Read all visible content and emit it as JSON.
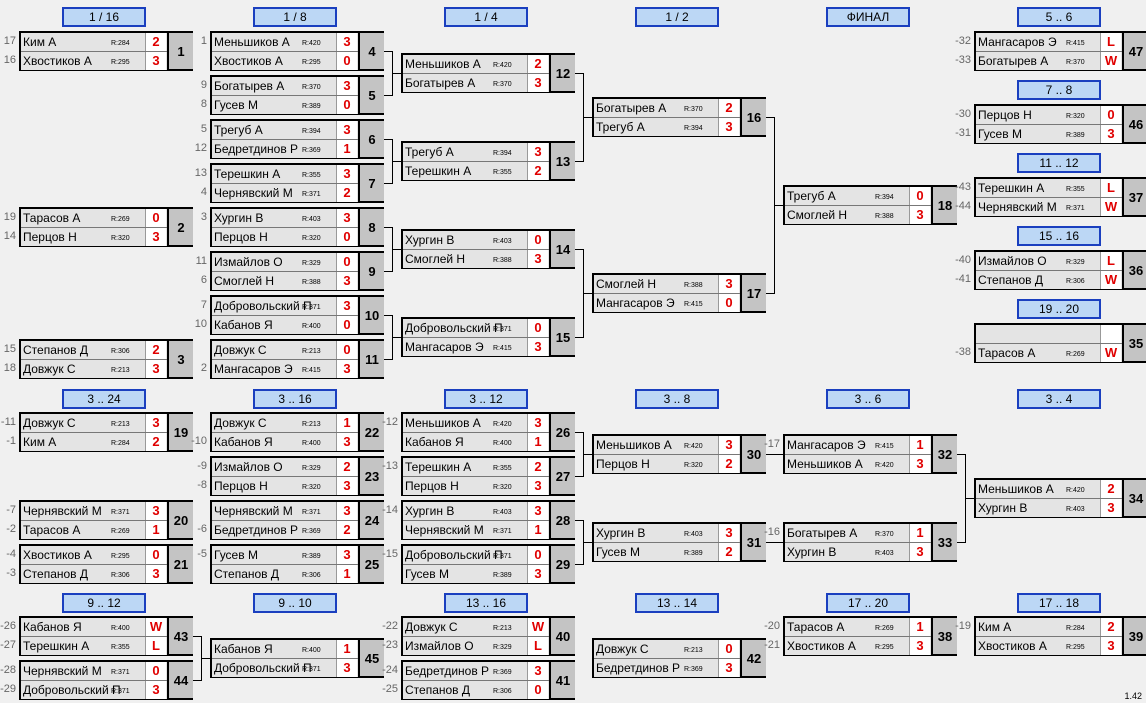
{
  "version": "1.42",
  "headers": [
    "1 / 16",
    "1 / 8",
    "1 / 4",
    "1 / 2",
    "ФИНАЛ",
    "5 .. 6",
    "7 .. 8",
    "11 .. 12",
    "15 .. 16",
    "19 .. 20",
    "3 .. 24",
    "3 .. 16",
    "3 .. 12",
    "3 .. 8",
    "3 .. 6",
    "3 .. 4",
    "9 .. 12",
    "9 .. 10",
    "13 .. 16",
    "13 .. 14",
    "17 .. 20",
    "17 .. 18"
  ],
  "matches": [
    {
      "id": "1",
      "p": [
        {
          "seed": "17",
          "name": "Ким А",
          "rating": "R:284",
          "score": "2"
        },
        {
          "seed": "16",
          "name": "Хвостиков А",
          "rating": "R:295",
          "score": "3"
        }
      ]
    },
    {
      "id": "2",
      "p": [
        {
          "seed": "19",
          "name": "Тарасов А",
          "rating": "R:269",
          "score": "0"
        },
        {
          "seed": "14",
          "name": "Перцов Н",
          "rating": "R:320",
          "score": "3"
        }
      ]
    },
    {
      "id": "3",
      "p": [
        {
          "seed": "15",
          "name": "Степанов Д",
          "rating": "R:306",
          "score": "2"
        },
        {
          "seed": "18",
          "name": "Довжук С",
          "rating": "R:213",
          "score": "3"
        }
      ]
    },
    {
      "id": "4",
      "p": [
        {
          "seed": "1",
          "name": "Меньшиков А",
          "rating": "R:420",
          "score": "3"
        },
        {
          "seed": "",
          "name": "Хвостиков А",
          "rating": "R:295",
          "score": "0"
        }
      ]
    },
    {
      "id": "5",
      "p": [
        {
          "seed": "9",
          "name": "Богатырев А",
          "rating": "R:370",
          "score": "3"
        },
        {
          "seed": "8",
          "name": "Гусев М",
          "rating": "R:389",
          "score": "0"
        }
      ]
    },
    {
      "id": "6",
      "p": [
        {
          "seed": "5",
          "name": "Трегуб А",
          "rating": "R:394",
          "score": "3"
        },
        {
          "seed": "12",
          "name": "Бедретдинов Р",
          "rating": "R:369",
          "score": "1"
        }
      ]
    },
    {
      "id": "7",
      "p": [
        {
          "seed": "13",
          "name": "Терешкин А",
          "rating": "R:355",
          "score": "3"
        },
        {
          "seed": "4",
          "name": "Чернявский М",
          "rating": "R:371",
          "score": "2"
        }
      ]
    },
    {
      "id": "8",
      "p": [
        {
          "seed": "3",
          "name": "Хургин В",
          "rating": "R:403",
          "score": "3"
        },
        {
          "seed": "",
          "name": "Перцов Н",
          "rating": "R:320",
          "score": "0"
        }
      ]
    },
    {
      "id": "9",
      "p": [
        {
          "seed": "11",
          "name": "Измайлов О",
          "rating": "R:329",
          "score": "0"
        },
        {
          "seed": "6",
          "name": "Смоглей Н",
          "rating": "R:388",
          "score": "3"
        }
      ]
    },
    {
      "id": "10",
      "p": [
        {
          "seed": "7",
          "name": "Добровольский П",
          "rating": "R:371",
          "score": "3"
        },
        {
          "seed": "10",
          "name": "Кабанов Я",
          "rating": "R:400",
          "score": "0"
        }
      ]
    },
    {
      "id": "11",
      "p": [
        {
          "seed": "",
          "name": "Довжук С",
          "rating": "R:213",
          "score": "0"
        },
        {
          "seed": "2",
          "name": "Мангасаров Э",
          "rating": "R:415",
          "score": "3"
        }
      ]
    },
    {
      "id": "12",
      "p": [
        {
          "seed": "",
          "name": "Меньшиков А",
          "rating": "R:420",
          "score": "2"
        },
        {
          "seed": "",
          "name": "Богатырев А",
          "rating": "R:370",
          "score": "3"
        }
      ]
    },
    {
      "id": "13",
      "p": [
        {
          "seed": "",
          "name": "Трегуб А",
          "rating": "R:394",
          "score": "3"
        },
        {
          "seed": "",
          "name": "Терешкин А",
          "rating": "R:355",
          "score": "2"
        }
      ]
    },
    {
      "id": "14",
      "p": [
        {
          "seed": "",
          "name": "Хургин В",
          "rating": "R:403",
          "score": "0"
        },
        {
          "seed": "",
          "name": "Смоглей Н",
          "rating": "R:388",
          "score": "3"
        }
      ]
    },
    {
      "id": "15",
      "p": [
        {
          "seed": "",
          "name": "Добровольский П",
          "rating": "R:371",
          "score": "0"
        },
        {
          "seed": "",
          "name": "Мангасаров Э",
          "rating": "R:415",
          "score": "3"
        }
      ]
    },
    {
      "id": "16",
      "p": [
        {
          "seed": "",
          "name": "Богатырев А",
          "rating": "R:370",
          "score": "2"
        },
        {
          "seed": "",
          "name": "Трегуб А",
          "rating": "R:394",
          "score": "3"
        }
      ]
    },
    {
      "id": "17",
      "p": [
        {
          "seed": "",
          "name": "Смоглей Н",
          "rating": "R:388",
          "score": "3"
        },
        {
          "seed": "",
          "name": "Мангасаров Э",
          "rating": "R:415",
          "score": "0"
        }
      ]
    },
    {
      "id": "18",
      "p": [
        {
          "seed": "",
          "name": "Трегуб А",
          "rating": "R:394",
          "score": "0"
        },
        {
          "seed": "",
          "name": "Смоглей Н",
          "rating": "R:388",
          "score": "3"
        }
      ]
    },
    {
      "id": "47",
      "p": [
        {
          "seed": "-32",
          "name": "Мангасаров Э",
          "rating": "R:415",
          "score": "L"
        },
        {
          "seed": "-33",
          "name": "Богатырев А",
          "rating": "R:370",
          "score": "W"
        }
      ]
    },
    {
      "id": "46",
      "p": [
        {
          "seed": "-30",
          "name": "Перцов Н",
          "rating": "R:320",
          "score": "0"
        },
        {
          "seed": "-31",
          "name": "Гусев М",
          "rating": "R:389",
          "score": "3"
        }
      ]
    },
    {
      "id": "37",
      "p": [
        {
          "seed": "-43",
          "name": "Терешкин А",
          "rating": "R:355",
          "score": "L"
        },
        {
          "seed": "-44",
          "name": "Чернявский М",
          "rating": "R:371",
          "score": "W"
        }
      ]
    },
    {
      "id": "36",
      "p": [
        {
          "seed": "-40",
          "name": "Измайлов О",
          "rating": "R:329",
          "score": "L"
        },
        {
          "seed": "-41",
          "name": "Степанов Д",
          "rating": "R:306",
          "score": "W"
        }
      ]
    },
    {
      "id": "35",
      "p": [
        {
          "seed": "",
          "name": "",
          "rating": "",
          "score": ""
        },
        {
          "seed": "-38",
          "name": "Тарасов А",
          "rating": "R:269",
          "score": "W"
        }
      ]
    },
    {
      "id": "19",
      "p": [
        {
          "seed": "-11",
          "name": "Довжук С",
          "rating": "R:213",
          "score": "3"
        },
        {
          "seed": "-1",
          "name": "Ким А",
          "rating": "R:284",
          "score": "2"
        }
      ]
    },
    {
      "id": "20",
      "p": [
        {
          "seed": "-7",
          "name": "Чернявский М",
          "rating": "R:371",
          "score": "3"
        },
        {
          "seed": "-2",
          "name": "Тарасов А",
          "rating": "R:269",
          "score": "1"
        }
      ]
    },
    {
      "id": "21",
      "p": [
        {
          "seed": "-4",
          "name": "Хвостиков А",
          "rating": "R:295",
          "score": "0"
        },
        {
          "seed": "-3",
          "name": "Степанов Д",
          "rating": "R:306",
          "score": "3"
        }
      ]
    },
    {
      "id": "22",
      "p": [
        {
          "seed": "",
          "name": "Довжук С",
          "rating": "R:213",
          "score": "1"
        },
        {
          "seed": "-10",
          "name": "Кабанов Я",
          "rating": "R:400",
          "score": "3"
        }
      ]
    },
    {
      "id": "23",
      "p": [
        {
          "seed": "-9",
          "name": "Измайлов О",
          "rating": "R:329",
          "score": "2"
        },
        {
          "seed": "-8",
          "name": "Перцов Н",
          "rating": "R:320",
          "score": "3"
        }
      ]
    },
    {
      "id": "24",
      "p": [
        {
          "seed": "",
          "name": "Чернявский М",
          "rating": "R:371",
          "score": "3"
        },
        {
          "seed": "-6",
          "name": "Бедретдинов Р",
          "rating": "R:369",
          "score": "2"
        }
      ]
    },
    {
      "id": "25",
      "p": [
        {
          "seed": "-5",
          "name": "Гусев М",
          "rating": "R:389",
          "score": "3"
        },
        {
          "seed": "",
          "name": "Степанов Д",
          "rating": "R:306",
          "score": "1"
        }
      ]
    },
    {
      "id": "26",
      "p": [
        {
          "seed": "-12",
          "name": "Меньшиков А",
          "rating": "R:420",
          "score": "3"
        },
        {
          "seed": "",
          "name": "Кабанов Я",
          "rating": "R:400",
          "score": "1"
        }
      ]
    },
    {
      "id": "27",
      "p": [
        {
          "seed": "-13",
          "name": "Терешкин А",
          "rating": "R:355",
          "score": "2"
        },
        {
          "seed": "",
          "name": "Перцов Н",
          "rating": "R:320",
          "score": "3"
        }
      ]
    },
    {
      "id": "28",
      "p": [
        {
          "seed": "-14",
          "name": "Хургин В",
          "rating": "R:403",
          "score": "3"
        },
        {
          "seed": "",
          "name": "Чернявский М",
          "rating": "R:371",
          "score": "1"
        }
      ]
    },
    {
      "id": "29",
      "p": [
        {
          "seed": "-15",
          "name": "Добровольский П",
          "rating": "R:371",
          "score": "0"
        },
        {
          "seed": "",
          "name": "Гусев М",
          "rating": "R:389",
          "score": "3"
        }
      ]
    },
    {
      "id": "30",
      "p": [
        {
          "seed": "",
          "name": "Меньшиков А",
          "rating": "R:420",
          "score": "3"
        },
        {
          "seed": "",
          "name": "Перцов Н",
          "rating": "R:320",
          "score": "2"
        }
      ]
    },
    {
      "id": "31",
      "p": [
        {
          "seed": "",
          "name": "Хургин В",
          "rating": "R:403",
          "score": "3"
        },
        {
          "seed": "",
          "name": "Гусев М",
          "rating": "R:389",
          "score": "2"
        }
      ]
    },
    {
      "id": "32",
      "p": [
        {
          "seed": "-17",
          "name": "Мангасаров Э",
          "rating": "R:415",
          "score": "1"
        },
        {
          "seed": "",
          "name": "Меньшиков А",
          "rating": "R:420",
          "score": "3"
        }
      ]
    },
    {
      "id": "33",
      "p": [
        {
          "seed": "-16",
          "name": "Богатырев А",
          "rating": "R:370",
          "score": "1"
        },
        {
          "seed": "",
          "name": "Хургин В",
          "rating": "R:403",
          "score": "3"
        }
      ]
    },
    {
      "id": "34",
      "p": [
        {
          "seed": "",
          "name": "Меньшиков А",
          "rating": "R:420",
          "score": "2"
        },
        {
          "seed": "",
          "name": "Хургин В",
          "rating": "R:403",
          "score": "3"
        }
      ]
    },
    {
      "id": "43",
      "p": [
        {
          "seed": "-26",
          "name": "Кабанов Я",
          "rating": "R:400",
          "score": "W"
        },
        {
          "seed": "-27",
          "name": "Терешкин А",
          "rating": "R:355",
          "score": "L"
        }
      ]
    },
    {
      "id": "44",
      "p": [
        {
          "seed": "-28",
          "name": "Чернявский М",
          "rating": "R:371",
          "score": "0"
        },
        {
          "seed": "-29",
          "name": "Добровольский П",
          "rating": "R:371",
          "score": "3"
        }
      ]
    },
    {
      "id": "45",
      "p": [
        {
          "seed": "",
          "name": "Кабанов Я",
          "rating": "R:400",
          "score": "1"
        },
        {
          "seed": "",
          "name": "Добровольский П",
          "rating": "R:371",
          "score": "3"
        }
      ]
    },
    {
      "id": "40",
      "p": [
        {
          "seed": "-22",
          "name": "Довжук С",
          "rating": "R:213",
          "score": "W"
        },
        {
          "seed": "-23",
          "name": "Измайлов О",
          "rating": "R:329",
          "score": "L"
        }
      ]
    },
    {
      "id": "41",
      "p": [
        {
          "seed": "-24",
          "name": "Бедретдинов Р",
          "rating": "R:369",
          "score": "3"
        },
        {
          "seed": "-25",
          "name": "Степанов Д",
          "rating": "R:306",
          "score": "0"
        }
      ]
    },
    {
      "id": "42",
      "p": [
        {
          "seed": "",
          "name": "Довжук С",
          "rating": "R:213",
          "score": "0"
        },
        {
          "seed": "",
          "name": "Бедретдинов Р",
          "rating": "R:369",
          "score": "3"
        }
      ]
    },
    {
      "id": "38",
      "p": [
        {
          "seed": "-20",
          "name": "Тарасов А",
          "rating": "R:269",
          "score": "1"
        },
        {
          "seed": "-21",
          "name": "Хвостиков А",
          "rating": "R:295",
          "score": "3"
        }
      ]
    },
    {
      "id": "39",
      "p": [
        {
          "seed": "-19",
          "name": "Ким А",
          "rating": "R:284",
          "score": "2"
        },
        {
          "seed": "",
          "name": "Хвостиков А",
          "rating": "R:295",
          "score": "3"
        }
      ]
    }
  ]
}
